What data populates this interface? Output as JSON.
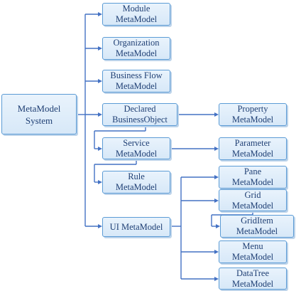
{
  "nodes": {
    "root": {
      "line1": "MetaModel",
      "line2": "System"
    },
    "module": {
      "line1": "Module",
      "line2": "MetaModel"
    },
    "organization": {
      "line1": "Organization",
      "line2": "MetaModel"
    },
    "business_flow": {
      "line1": "Business Flow",
      "line2": "MetaModel"
    },
    "declared_business_object": {
      "line1": "Declared",
      "line2": "BusinessObject"
    },
    "service": {
      "line1": "Service",
      "line2": "MetaModel"
    },
    "rule": {
      "line1": "Rule",
      "line2": "MetaModel"
    },
    "ui": {
      "line1": "UI MetaModel"
    },
    "property": {
      "line1": "Property",
      "line2": "MetaModel"
    },
    "parameter": {
      "line1": "Parameter",
      "line2": "MetaModel"
    },
    "pane": {
      "line1": "Pane",
      "line2": "MetaModel"
    },
    "grid": {
      "line1": "Grid",
      "line2": "MetaModel"
    },
    "grid_item": {
      "line1": "GridItem",
      "line2": "MetaModel"
    },
    "menu": {
      "line1": "Menu",
      "line2": "MetaModel"
    },
    "data_tree": {
      "line1": "DataTree",
      "line2": "MetaModel"
    }
  },
  "colors": {
    "box_border": "#5b9bd5",
    "box_fill": "#dbeaf8",
    "text": "#1f3f74",
    "connector": "#4472c4"
  }
}
